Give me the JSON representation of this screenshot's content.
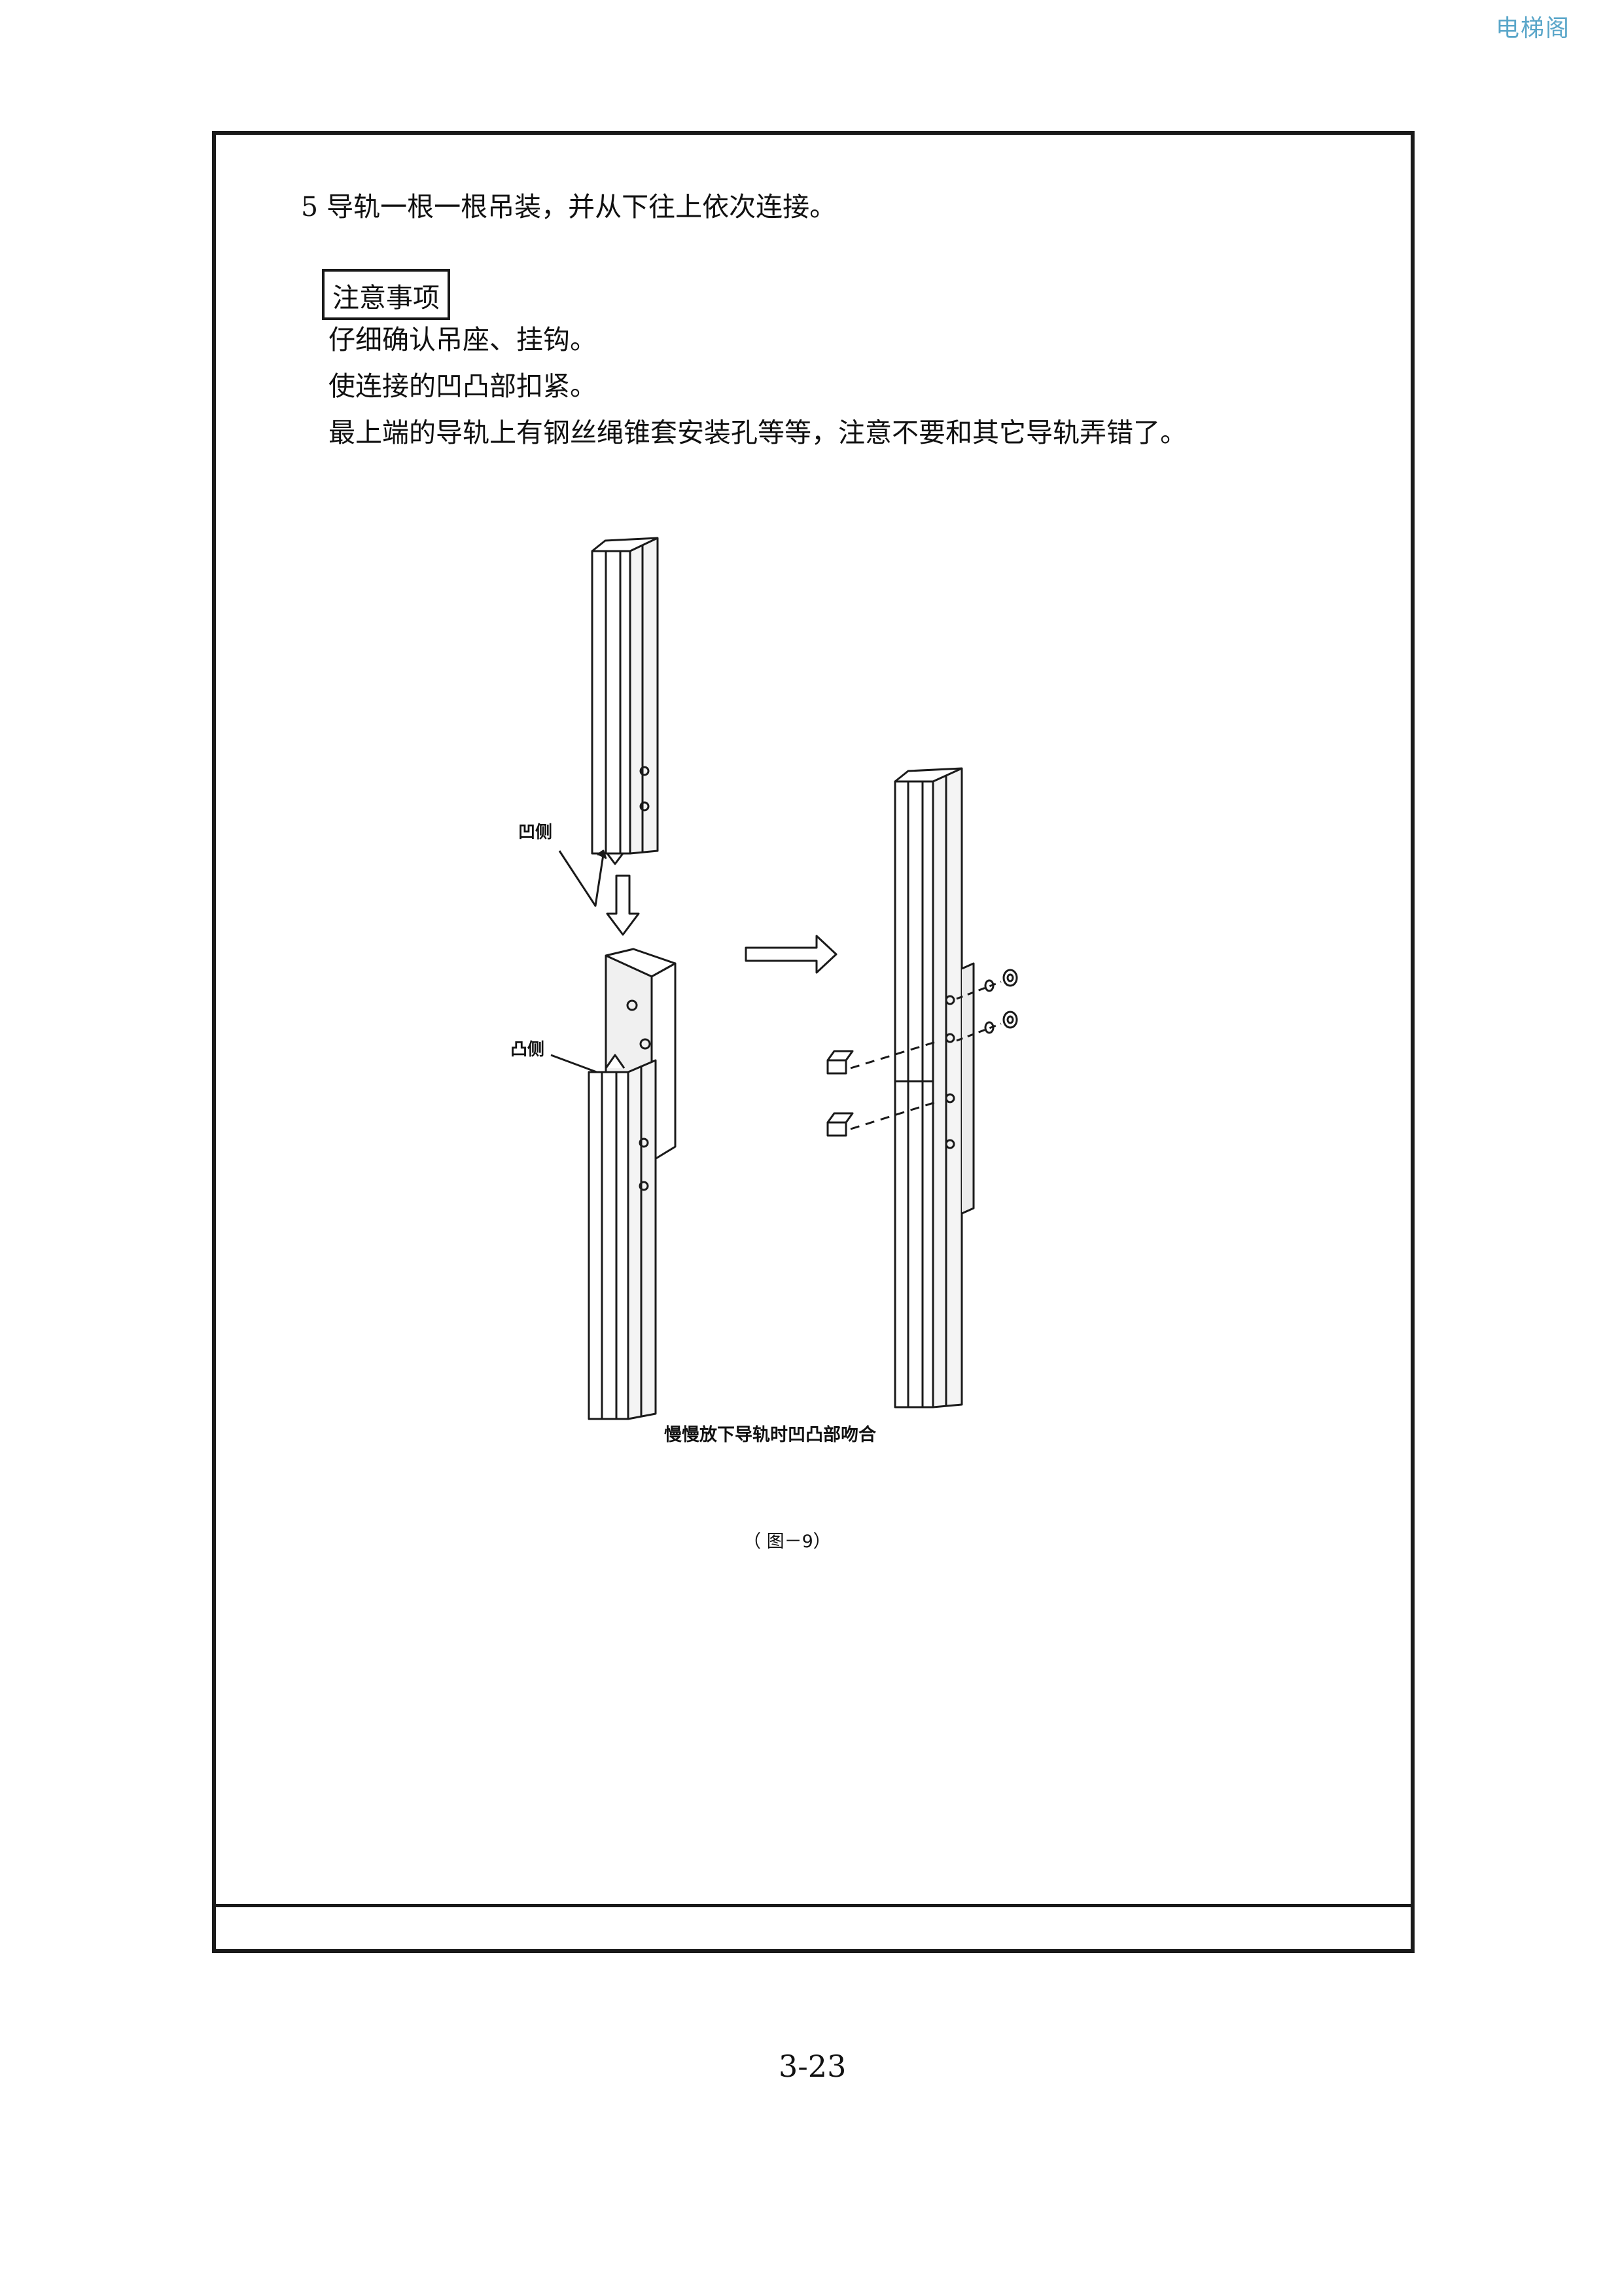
{
  "watermark": "电梯阁",
  "step": {
    "text": "5 导轨一根一根吊装，并从下往上依次连接。"
  },
  "notice": {
    "title": "注意事项",
    "items": [
      "仔细确认吊座、挂钩。",
      "使连接的凹凸部扣紧。",
      "最上端的导轨上有钢丝绳锥套安装孔等等，注意不要和其它导轨弄错了。"
    ]
  },
  "figure": {
    "label_concave": "凹侧",
    "label_convex": "凸侧",
    "caption": "慢慢放下导轨时凹凸部吻合",
    "number": "（ 图－9）"
  },
  "page_number": "3-23"
}
